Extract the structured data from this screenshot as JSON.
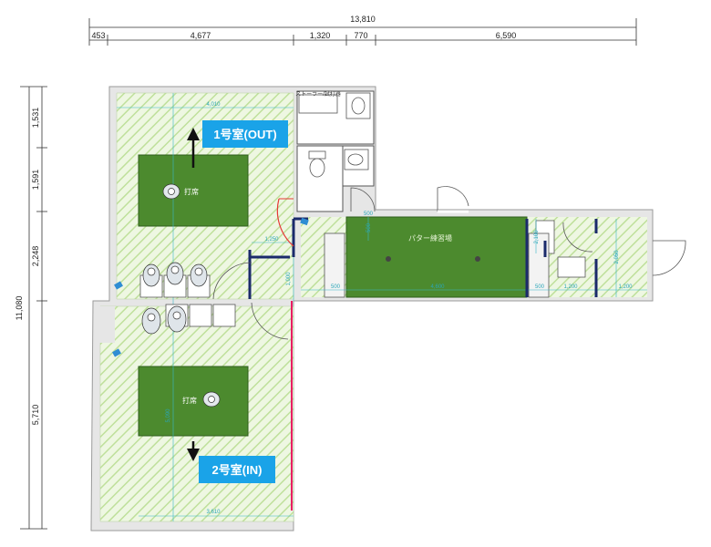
{
  "dimensions": {
    "top_total": "13,810",
    "top_segments": [
      "453",
      "4,677",
      "1,320",
      "770",
      "6,590"
    ],
    "left_total": "11,080",
    "left_segments": [
      "1,531",
      "1,591",
      "2,248",
      "5,710"
    ]
  },
  "rooms": {
    "room1": "1号室(OUT)",
    "room2": "2号室(IN)"
  },
  "labels": {
    "tee_upper": "打席",
    "tee_lower": "打席",
    "putting": "パター練習場",
    "storage": "ストーラー/試打器"
  },
  "inner_dims": {
    "d4010": "4,010",
    "d3610": "3,610",
    "d1250": "1,250",
    "d1000": "1,000",
    "d500a": "500",
    "d4600": "4,600",
    "d500b": "500",
    "d1200a": "1,200",
    "d1200b": "1,200",
    "d2050": "2,050",
    "d500v": "500",
    "d2100": "2,100",
    "d500c": "500",
    "d5090": "5,090"
  },
  "colors": {
    "floor_hatch": "#cfe8b4",
    "turf": "#4c8a2e",
    "room_label_bg": "#1aa3e8",
    "wall": "#1b2a6b",
    "accent_red": "#e53935"
  }
}
